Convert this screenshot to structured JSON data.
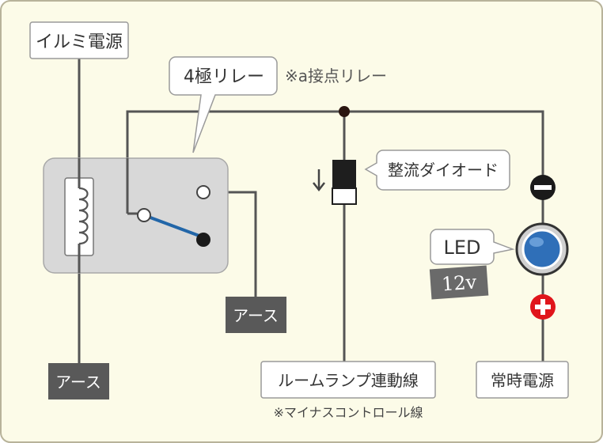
{
  "labels": {
    "illumi_power": "イルミ電源",
    "relay_name": "4極リレー",
    "relay_note": "※a接点リレー",
    "diode": "整流ダイオード",
    "led": "LED",
    "led_voltage": "12v",
    "ground_relay": "アース",
    "ground_coil": "アース",
    "room_lamp": "ルームランプ連動線",
    "minus_control": "※マイナスコントロール線",
    "constant_power": "常時電源"
  },
  "colors": {
    "background": "#fcfbe8",
    "wire": "#555555",
    "relay_body": "#d8d8d8",
    "switch_arm": "#2266a8",
    "ground_box": "#555555",
    "plus_mark": "#e0151b",
    "led_lens": "#2f6fb8"
  },
  "icons": {
    "diode_direction": "down-arrow-icon",
    "minus_terminal": "minus-icon",
    "plus_terminal": "plus-icon",
    "coil": "coil-icon"
  }
}
